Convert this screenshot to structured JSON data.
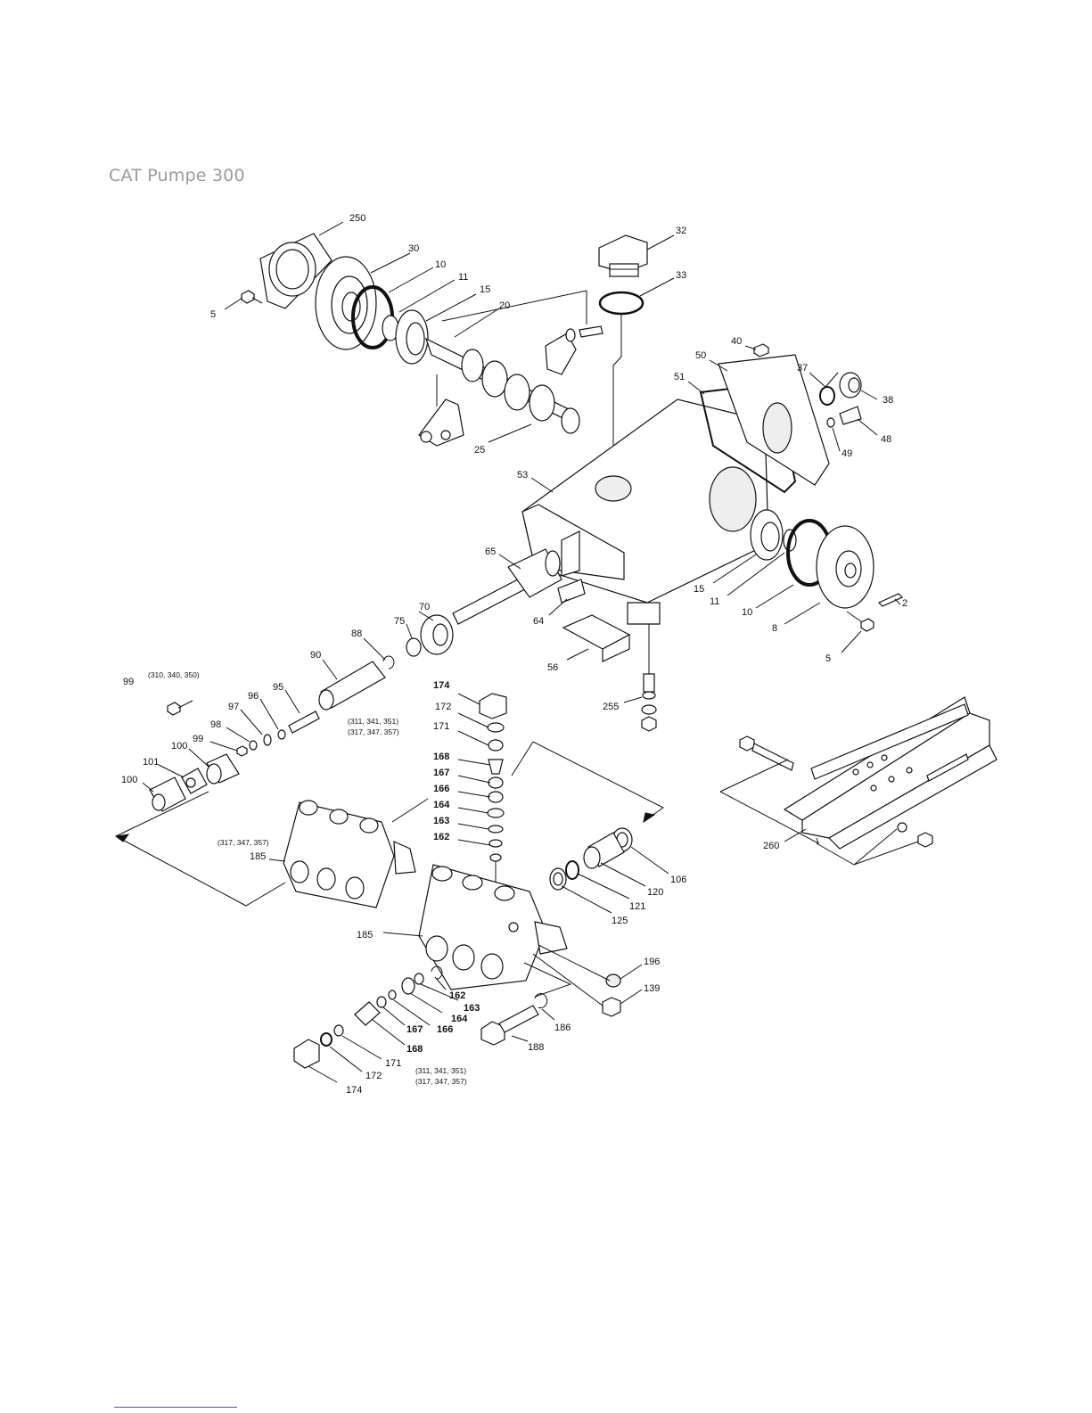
{
  "page_title": "CAT Pumpe 300",
  "part_labels": {
    "p250": "250",
    "p30": "30",
    "p10a": "10",
    "p11a": "11",
    "p15a": "15",
    "p20": "20",
    "p5a": "5",
    "p25": "25",
    "p32": "32",
    "p33": "33",
    "p40": "40",
    "p50": "50",
    "p51": "51",
    "p37": "37",
    "p38": "38",
    "p48": "48",
    "p49": "49",
    "p53": "53",
    "p65": "65",
    "p64": "64",
    "p15b": "15",
    "p11b": "11",
    "p10b": "10",
    "p8": "8",
    "p2": "2",
    "p5b": "5",
    "p56": "56",
    "p70": "70",
    "p75": "75",
    "p88": "88",
    "p90": "90",
    "p95": "95",
    "p96": "96",
    "p97": "97",
    "p98": "98",
    "p99a": "99",
    "p99b": "99",
    "p100a": "100",
    "p100b": "100",
    "p101": "101",
    "p255": "255",
    "p174a": "174",
    "p172a": "172",
    "p171a": "171",
    "p168a": "168",
    "p167a": "167",
    "p166a": "166",
    "p164a": "164",
    "p163a": "163",
    "p162a": "162",
    "p185a": "185",
    "p185b": "185",
    "p106": "106",
    "p120": "120",
    "p121": "121",
    "p125": "125",
    "p196": "196",
    "p139": "139",
    "p186": "186",
    "p188": "188",
    "p162b": "162",
    "p163b": "163",
    "p164b": "164",
    "p166b": "166",
    "p167b": "167",
    "p168b": "168",
    "p171b": "171",
    "p172b": "172",
    "p174b": "174",
    "p260": "260"
  },
  "model_notes": {
    "n99": "(310, 340, 350)",
    "n171a_1": "(311, 341, 351)",
    "n171a_2": "(317, 347, 357)",
    "n185a": "(317, 347, 357)",
    "n171b_1": "(311, 341, 351)",
    "n171b_2": "(317, 347, 357)"
  }
}
